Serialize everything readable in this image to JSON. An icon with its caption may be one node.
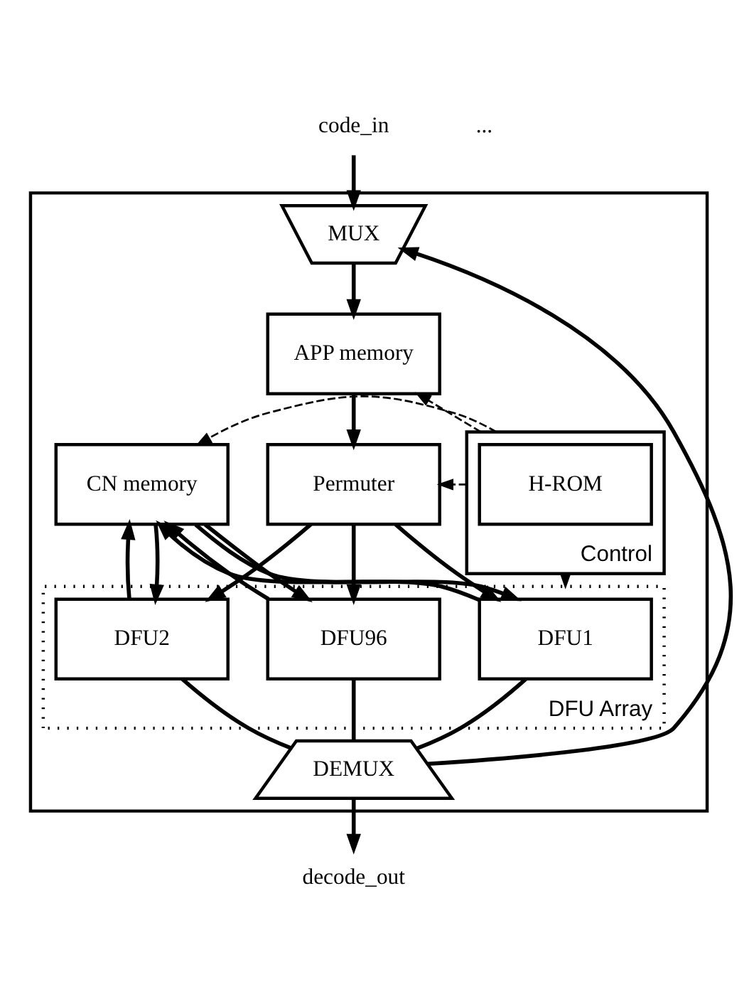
{
  "diagram": {
    "nodes": [
      {
        "text": [],
        "shape": "box"
      },
      {
        "text": [
          "MUX"
        ],
        "in": 0
      },
      {
        "text": [
          "APP memory"
        ],
        "in": 0
      },
      {
        "text": [
          "CN memory"
        ],
        "in": 0
      },
      {
        "text": [
          "Permuter"
        ],
        "in": 0
      },
      {
        "text": [
          "Control"
        ],
        "in": 0
      },
      {
        "text": [
          "H-ROM"
        ],
        "in": 5
      },
      {
        "text": [
          "DFU Array"
        ],
        "in": 0
      },
      {
        "text": [
          "DFU1"
        ],
        "in": 7
      },
      {
        "text": [
          "DFU2"
        ],
        "in": 7
      },
      {
        "text": [
          "DFU96"
        ],
        "in": 7
      },
      {
        "text": [
          "DEMUX"
        ],
        "in": 0
      },
      {
        "text": [
          "code_in"
        ]
      },
      {
        "text": [
          "decode_out"
        ]
      }
    ],
    "edges": [
      {
        "from": 12,
        "to": 1,
        "arrow": "to"
      },
      {
        "from": 1,
        "to": 2,
        "arrow": "to"
      },
      {
        "from": 2,
        "to": 4,
        "arrow": "to"
      },
      {
        "from": 5,
        "to": 2,
        "arrow": "to",
        "style": "dashed"
      },
      {
        "from": 5,
        "to": 3,
        "arrow": "to",
        "style": "dashed"
      },
      {
        "from": 5,
        "to": 4,
        "arrow": "to",
        "style": "dashed"
      },
      {
        "from": 5,
        "to": 7,
        "arrow": "to",
        "style": "dashed"
      },
      {
        "from": 4,
        "to": 8,
        "arrow": "to"
      },
      {
        "from": 4,
        "to": 9,
        "arrow": "to"
      },
      {
        "from": 4,
        "to": 10,
        "arrow": "to"
      },
      {
        "from": 3,
        "to": 8,
        "arrow": "to"
      },
      {
        "from": 3,
        "to": 9,
        "arrow": "to"
      },
      {
        "from": 3,
        "to": 10,
        "arrow": "to"
      },
      {
        "from": 8,
        "to": 11,
        "arrow": "none"
      },
      {
        "from": 9,
        "to": 11,
        "arrow": "none"
      },
      {
        "from": 10,
        "to": 11,
        "arrow": "none"
      },
      {
        "from": 8,
        "to": 3,
        "arrow": "to"
      },
      {
        "from": 9,
        "to": 3,
        "arrow": "to"
      },
      {
        "from": 10,
        "to": 3,
        "arrow": "to"
      },
      {
        "from": 11,
        "to": 1,
        "arrow": "to"
      },
      {
        "from": 11,
        "to": 13,
        "arrow": "to"
      }
    ],
    "labels": [
      "..."
    ]
  }
}
